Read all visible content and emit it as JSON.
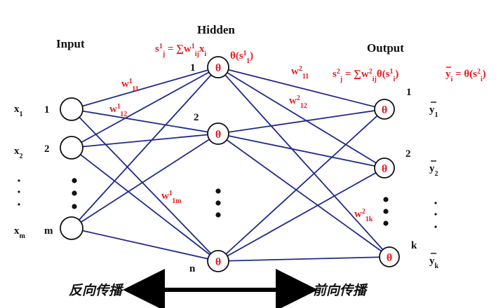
{
  "labels": {
    "input": "Input",
    "hidden": "Hidden",
    "output": "Output",
    "backward": "反向传播",
    "forward": "前向传播"
  },
  "input_nodes": [
    {
      "var": "x",
      "sub": "1",
      "index": "1"
    },
    {
      "var": "x",
      "sub": "2",
      "index": "2"
    },
    {
      "var": "x",
      "sub": "m",
      "index": "m"
    }
  ],
  "hidden_nodes": [
    {
      "index": "1",
      "symbol": "θ"
    },
    {
      "index": "2",
      "symbol": "θ"
    },
    {
      "index": "n",
      "symbol": "θ"
    }
  ],
  "output_nodes": [
    {
      "index": "1",
      "symbol": "θ",
      "y_sub": "1"
    },
    {
      "index": "2",
      "symbol": "θ",
      "y_sub": "2"
    },
    {
      "index": "k",
      "symbol": "θ",
      "y_sub": "k"
    }
  ],
  "formulas": {
    "hidden_sum": "s¹ⱼ = ∑w¹ᵢⱼxᵢ",
    "hidden_activation": "θ(s¹₁)",
    "output_sum": "s²ⱼ = ∑w²ᵢⱼθ(s¹ᵢ)",
    "output_activation": "yᵢ = θ(s²ᵢ)"
  },
  "weights": {
    "w1_11": "w¹₁₁",
    "w1_12": "w¹₁₂",
    "w1_1m": "w¹₁ₘ",
    "w2_11": "w²₁₁",
    "w2_12": "w²₁₂",
    "w2_1k": "w²₁ₖ"
  },
  "colors": {
    "edges": "#1f2a8a",
    "formula": "#e8191b",
    "node_stroke": "#111111"
  }
}
